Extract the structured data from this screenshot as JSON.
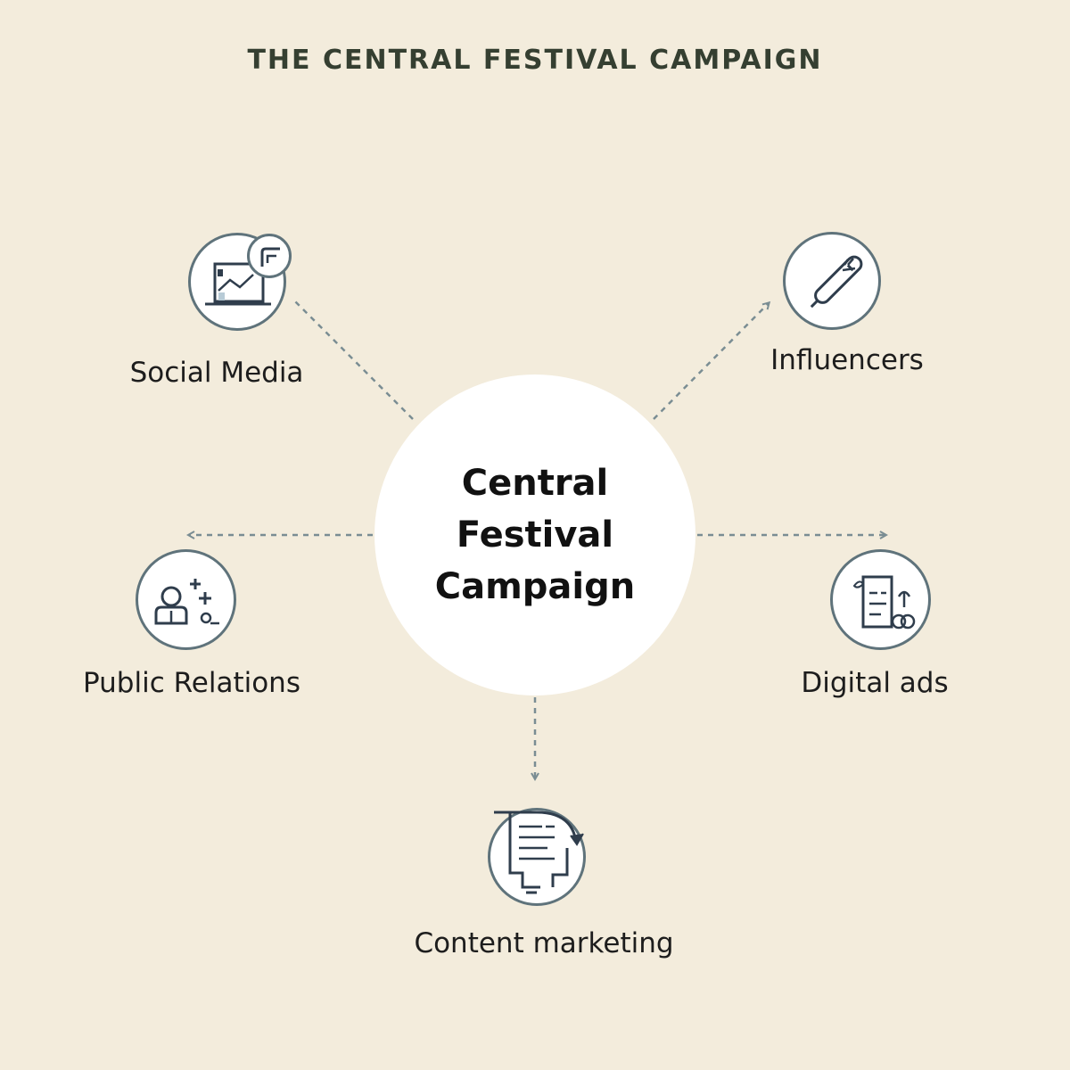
{
  "title": "THE CENTRAL FESTIVAL CAMPAIGN",
  "hub": {
    "label": "Central Festival Campaign"
  },
  "nodes": [
    {
      "id": "social-media",
      "label": "Social Media",
      "icon": "analytics-chart-icon"
    },
    {
      "id": "influencers",
      "label": "Influencers",
      "icon": "pen-icon"
    },
    {
      "id": "public-relations",
      "label": "Public Relations",
      "icon": "person-plus-icon"
    },
    {
      "id": "digital-ads",
      "label": "Digital ads",
      "icon": "document-ad-icon"
    },
    {
      "id": "content-marketing",
      "label": "Content marketing",
      "icon": "document-refresh-icon"
    }
  ],
  "colors": {
    "background": "#f3ecdc",
    "title": "#353f31",
    "icon_stroke": "#2f3d4c",
    "circle_border": "#5f737b",
    "connector": "#7a8d93",
    "accent": "#b8cbd6"
  }
}
